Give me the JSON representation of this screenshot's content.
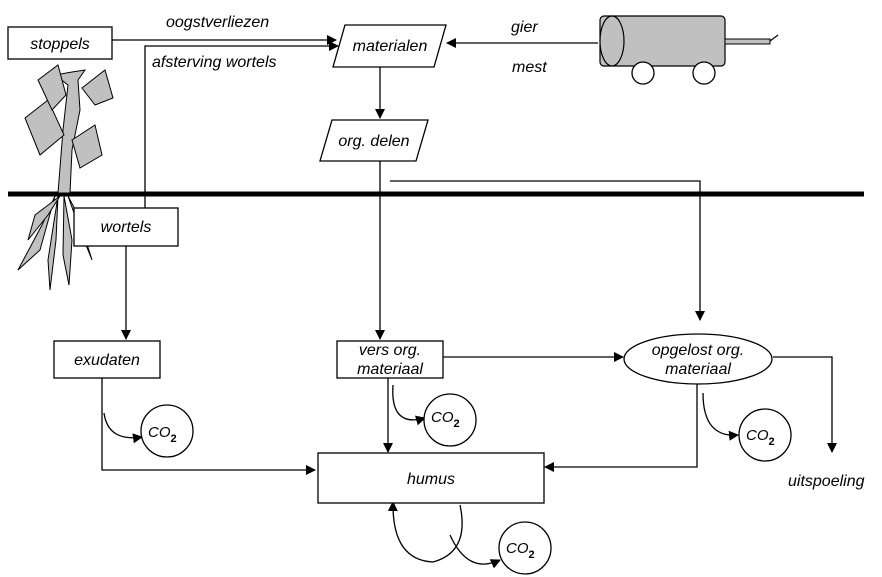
{
  "nodes": {
    "stoppels": "stoppels",
    "materialen": "materialen",
    "org_delen": "org. delen",
    "wortels": "wortels",
    "exudaten": "exudaten",
    "vers_org_line1": "vers org.",
    "vers_org_line2": "materiaal",
    "opgelost_line1": "opgelost org.",
    "opgelost_line2": "materiaal",
    "humus": "humus"
  },
  "edge_labels": {
    "oogstverliezen": "oogstverliezen",
    "afsterving_wortels": "afsterving wortels",
    "gier": "gier",
    "mest": "mest",
    "uitspoeling": "uitspoeling"
  },
  "co2": {
    "main": "CO",
    "subscript": "2"
  }
}
